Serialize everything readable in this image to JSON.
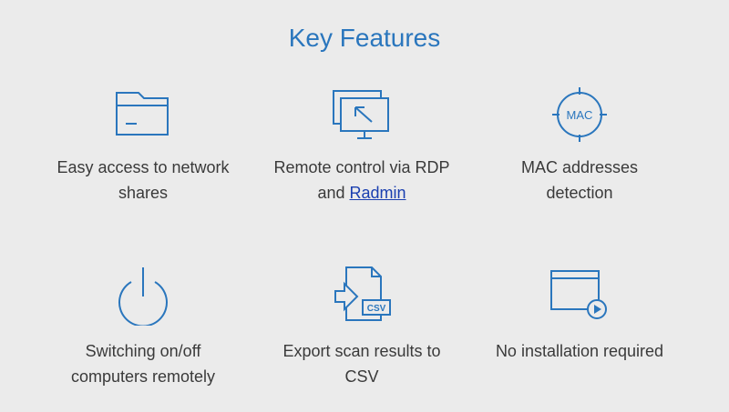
{
  "title": "Key Features",
  "accent_color": "#2a76bd",
  "features": [
    {
      "icon": "folder-icon",
      "line1": "Easy access to network",
      "line2": "shares"
    },
    {
      "icon": "remote-desktop-icon",
      "line1": "Remote control via RDP",
      "line2_prefix": "and ",
      "line2_link": "Radmin"
    },
    {
      "icon": "mac-crosshair-icon",
      "icon_text": "MAC",
      "line1": "MAC addresses",
      "line2": "detection"
    },
    {
      "icon": "power-icon",
      "line1": "Switching on/off",
      "line2": "computers remotely"
    },
    {
      "icon": "csv-export-icon",
      "icon_text": "CSV",
      "line1": "Export scan results to",
      "line2": "CSV"
    },
    {
      "icon": "window-play-icon",
      "line1": "No installation required"
    }
  ]
}
